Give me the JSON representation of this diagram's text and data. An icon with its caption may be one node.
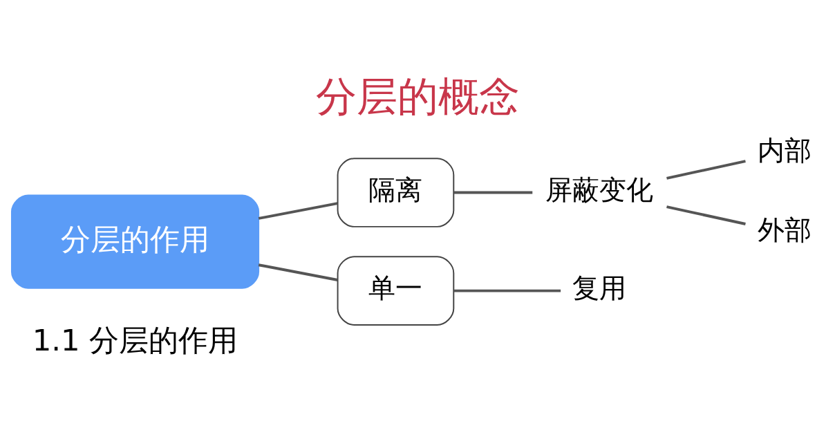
{
  "diagram": {
    "title": "分层的概念",
    "nodes": [
      {
        "text": [
          "分层的作用"
        ]
      },
      {
        "text": [
          "隔离"
        ]
      },
      {
        "text": [
          "单一"
        ]
      },
      {
        "text": [
          "屏蔽变化"
        ]
      },
      {
        "text": [
          "内部"
        ]
      },
      {
        "text": [
          "外部"
        ]
      },
      {
        "text": [
          "复用"
        ]
      }
    ],
    "edges": [
      {
        "from": 0,
        "to": 1,
        "arrow": "none"
      },
      {
        "from": 0,
        "to": 2,
        "arrow": "none"
      },
      {
        "from": 1,
        "to": 3,
        "arrow": "none"
      },
      {
        "from": 3,
        "to": 4,
        "arrow": "none"
      },
      {
        "from": 3,
        "to": 5,
        "arrow": "none"
      },
      {
        "from": 2,
        "to": 6,
        "arrow": "none"
      }
    ],
    "labels": [
      "1.1 分层的作用"
    ]
  }
}
